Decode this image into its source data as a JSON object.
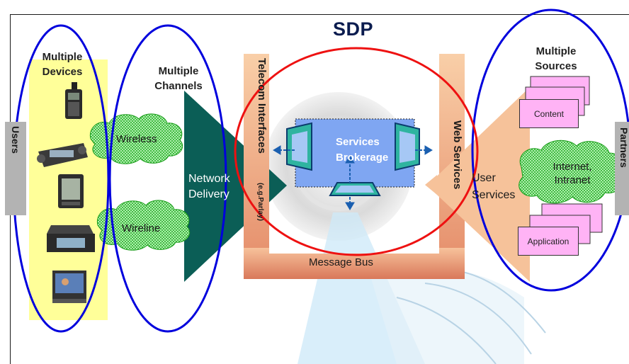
{
  "title": "SDP",
  "left": {
    "users_label": "Users",
    "devices_label": "Multiple Devices",
    "channels_label": "Multiple Channels",
    "wireless_label": "Wireless",
    "wireline_label": "Wireline",
    "network_delivery_label": "Network Delivery"
  },
  "center": {
    "telecom_interfaces_label": "Telecom Interfaces",
    "telecom_example_label": "(e.g.Parlay)",
    "services_brokerage_label": "Services Brokerage",
    "message_bus_label": "Message Bus",
    "web_services_label": "Web Services"
  },
  "right": {
    "sources_label": "Multiple Sources",
    "content_label": "Content",
    "internet_intranet_label": "Internet, Intranet",
    "user_services_label": "User Services",
    "application_label": "Application",
    "partners_label": "Partners"
  },
  "colors": {
    "ellipse_blue": "#0000dd",
    "ellipse_red": "#ee1111",
    "device_panel": "#ffff99",
    "network_green": "#0b5e56",
    "peach": "#f6c29a",
    "cloud_green": "#33cc33",
    "pink_box": "#ffb3f5",
    "brokerage_blue": "#7fa6f2"
  },
  "icons": [
    "mobile-phone-icon",
    "vehicle-radio-icon",
    "pda-icon",
    "laptop-icon",
    "tv-display-icon",
    "window-icon",
    "cd-disc-icon"
  ]
}
